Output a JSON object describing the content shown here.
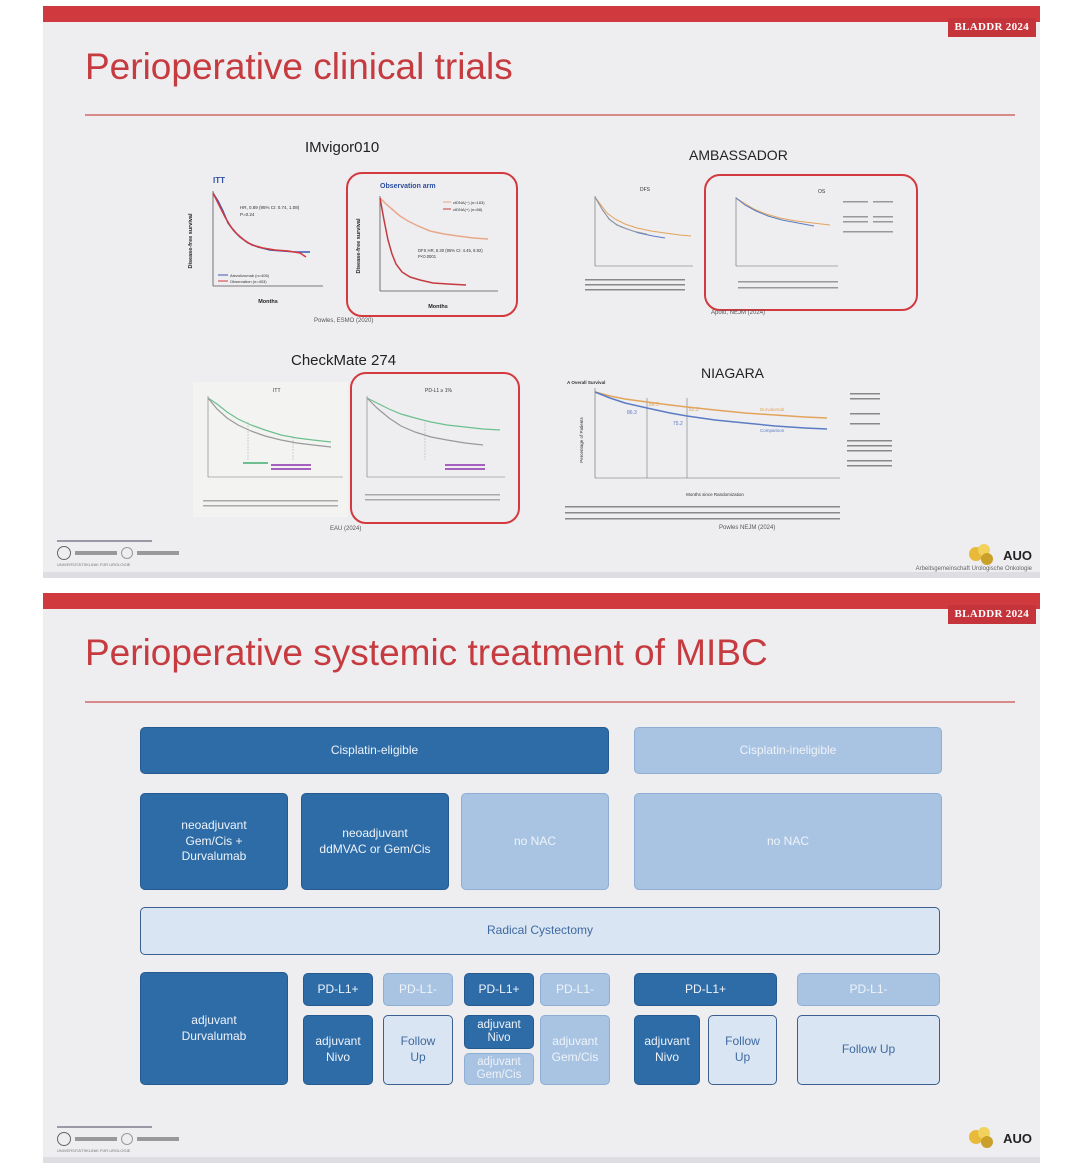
{
  "slide1": {
    "tag": "BLADDR 2024",
    "title": "Perioperative clinical trials",
    "imvigor": {
      "name": "IMvigor010",
      "left_title": "ITT",
      "left_ylabel": "Disease-free survival",
      "left_xlabel": "Months",
      "left_hr": "HR, 0.89 (95% CI: 0.74, 1.08)",
      "left_p": "P=0.24",
      "left_legend": [
        "Atezolizumab (n=406)",
        "Observation (n=403)"
      ],
      "right_title": "Observation arm",
      "right_ylabel": "Disease-free survival",
      "right_xlabel": "Months",
      "right_hr": "DFS HR, 6.30 (95% CI: 4.45, 8.92)",
      "right_p": "P<0.0001",
      "right_legend": [
        "ctDNA(−) (n=183)",
        "ctDNA(+) (n=88)"
      ],
      "ref": "Powles, ESMO (2020)"
    },
    "ambassador": {
      "name": "AMBASSADOR",
      "left_title": "DFS",
      "right_title": "OS",
      "ref": "Apolo, NEJM (2024)"
    },
    "checkmate": {
      "name": "CheckMate 274",
      "left_title": "ITT",
      "right_title": "PD-L1 ≥ 1%",
      "ref": "EAU (2024)"
    },
    "niagara": {
      "name": "NIAGARA",
      "panel": "A  Overall Survival",
      "ylabel": "Percentage of Patients",
      "xlabel": "Months since Randomization",
      "series": [
        "Durvalumab",
        "Comparison"
      ],
      "values": [
        "86.3",
        "89.5",
        "82.2",
        "75.2"
      ],
      "ref": "Powles NEJM (2024)"
    },
    "footer_left": "UNIVERSITÄTSKLINIK FÜR UROLOGIE",
    "auo": "AUO",
    "auo_sub": "Arbeitsgemeinschaft Urologische Onkologie"
  },
  "slide2": {
    "tag": "BLADDR 2024",
    "title": "Perioperative systemic treatment of MIBC",
    "cis_eligible": "Cisplatin-eligible",
    "cis_ineligible": "Cisplatin-ineligible",
    "neo1": "neoadjuvant\nGem/Cis +\nDurvalumab",
    "neo2": "neoadjuvant\nddMVAC or Gem/Cis",
    "no_nac_1": "no NAC",
    "no_nac_2": "no NAC",
    "radical": "Radical Cystectomy",
    "adj_durva": "adjuvant\nDurvalumab",
    "pdl1_pos_1": "PD-L1+",
    "pdl1_neg_1": "PD-L1-",
    "adj_nivo_1": "adjuvant\nNivo",
    "follow_1": "Follow\nUp",
    "pdl1_pos_2": "PD-L1+",
    "pdl1_neg_2": "PD-L1-",
    "adj_nivo_2": "adjuvant\nNivo",
    "adj_gemcis_a": "adjuvant\nGem/Cis",
    "adj_gemcis_b": "adjuvant\nGem/Cis",
    "pdl1_pos_3": "PD-L1+",
    "pdl1_neg_3": "PD-L1-",
    "adj_nivo_3": "adjuvant\nNivo",
    "follow_2": "Follow\nUp",
    "follow_3": "Follow Up",
    "footer_left": "UNIVERSITÄTSKLINIK FÜR UROLOGIE",
    "auo": "AUO"
  },
  "colors": {
    "accent_red": "#c63b3f",
    "dark_blue": "#2e6ca8",
    "light_blue": "#a9c4e2",
    "pale_blue": "#d9e5f2"
  }
}
